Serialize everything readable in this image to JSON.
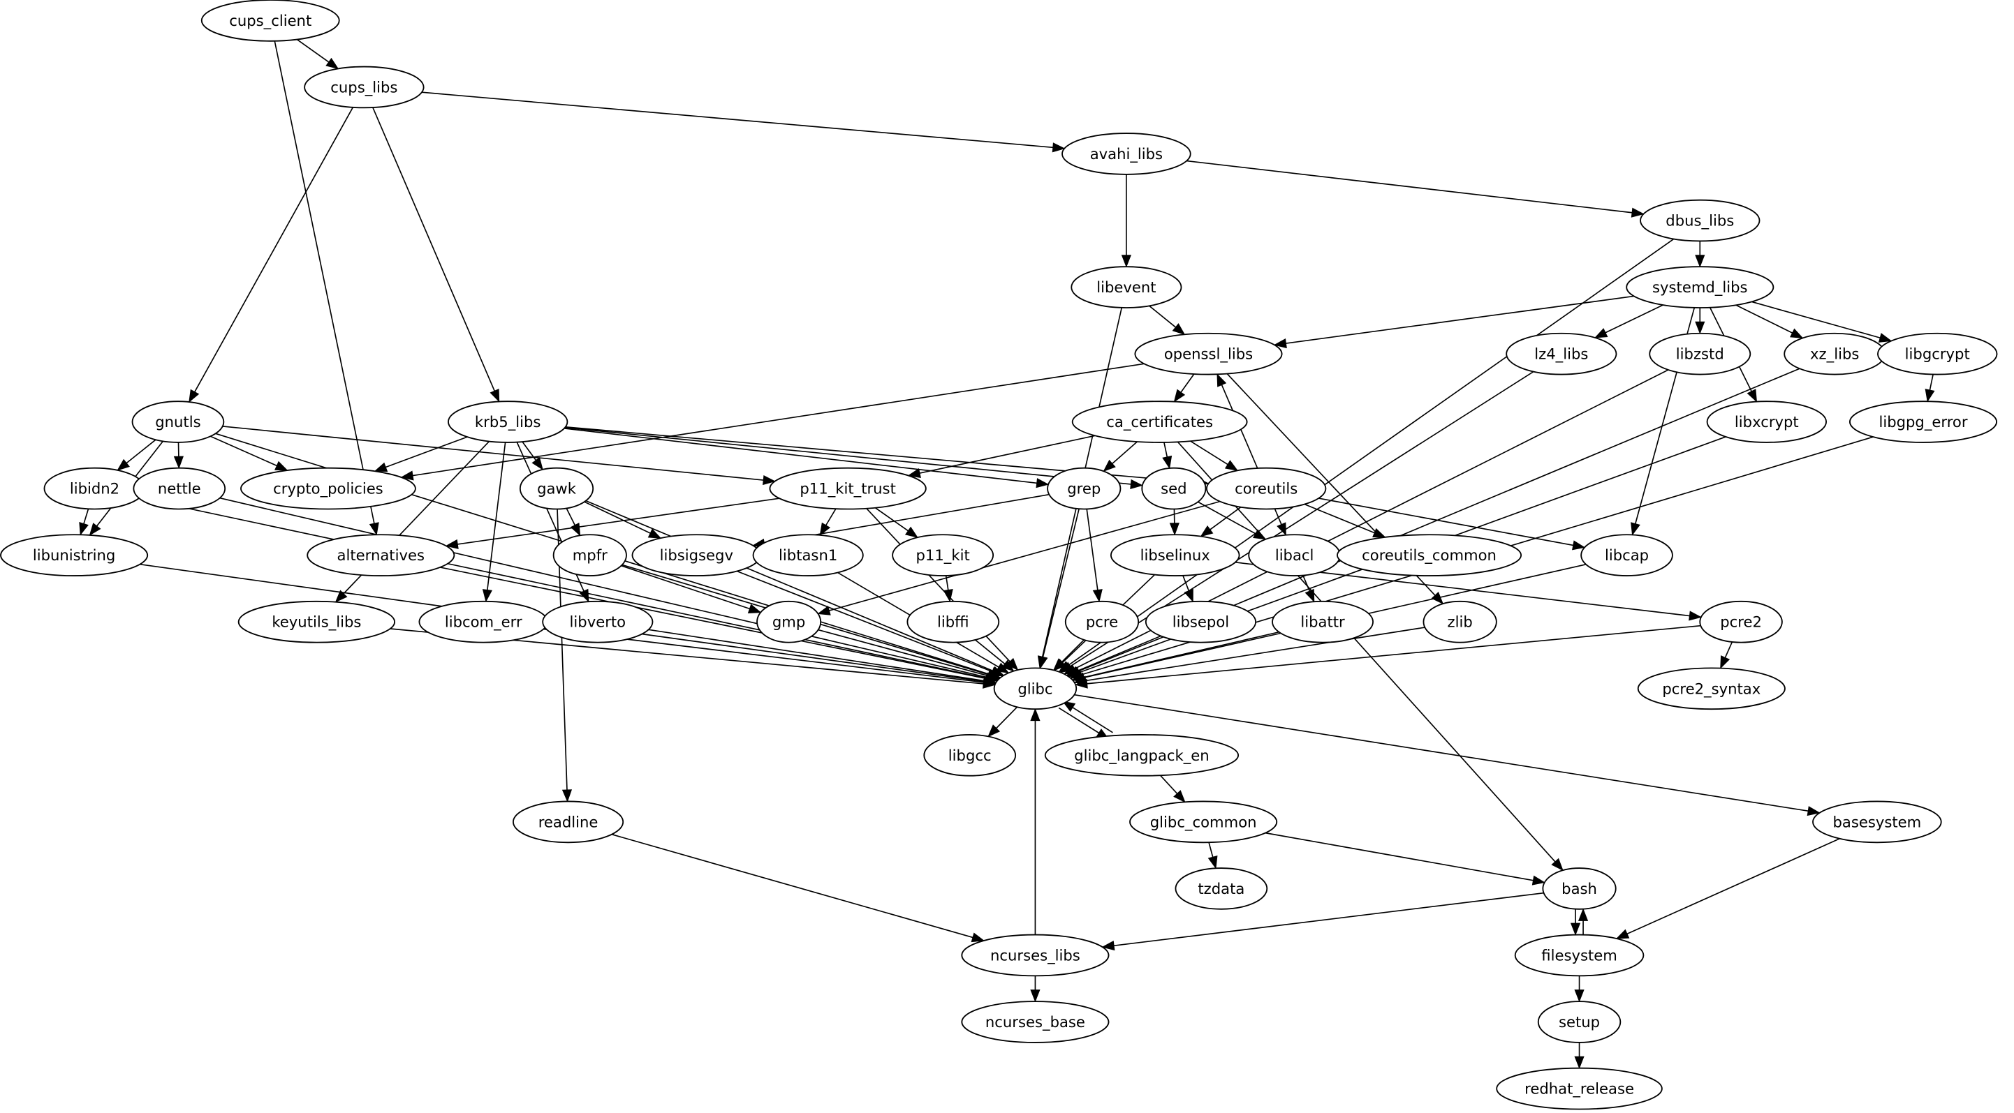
{
  "diagram": {
    "type": "directed-graph",
    "nodes": [
      "cups_client",
      "cups_libs",
      "avahi_libs",
      "dbus_libs",
      "libevent",
      "systemd_libs",
      "openssl_libs",
      "lz4_libs",
      "libzstd",
      "xz_libs",
      "libgcrypt",
      "gnutls",
      "krb5_libs",
      "ca_certificates",
      "libxcrypt",
      "libgpg_error",
      "libidn2",
      "nettle",
      "crypto_policies",
      "gawk",
      "p11_kit_trust",
      "grep",
      "sed",
      "coreutils",
      "libunistring",
      "alternatives",
      "mpfr",
      "libsigsegv",
      "libtasn1",
      "p11_kit",
      "libselinux",
      "libacl",
      "coreutils_common",
      "libcap",
      "keyutils_libs",
      "libcom_err",
      "libverto",
      "gmp",
      "libffi",
      "pcre",
      "libsepol",
      "libattr",
      "zlib",
      "pcre2",
      "glibc",
      "pcre2_syntax",
      "libgcc",
      "glibc_langpack_en",
      "glibc_common",
      "readline",
      "basesystem",
      "tzdata",
      "bash",
      "ncurses_libs",
      "filesystem",
      "ncurses_base",
      "setup",
      "redhat_release"
    ],
    "edges": [
      [
        "cups_client",
        "cups_libs"
      ],
      [
        "cups_client",
        "alternatives"
      ],
      [
        "cups_libs",
        "avahi_libs"
      ],
      [
        "cups_libs",
        "gnutls"
      ],
      [
        "cups_libs",
        "krb5_libs"
      ],
      [
        "avahi_libs",
        "dbus_libs"
      ],
      [
        "avahi_libs",
        "libevent"
      ],
      [
        "dbus_libs",
        "systemd_libs"
      ],
      [
        "dbus_libs",
        "glibc"
      ],
      [
        "libevent",
        "openssl_libs"
      ],
      [
        "libevent",
        "glibc"
      ],
      [
        "systemd_libs",
        "openssl_libs"
      ],
      [
        "systemd_libs",
        "lz4_libs"
      ],
      [
        "systemd_libs",
        "libzstd"
      ],
      [
        "systemd_libs",
        "xz_libs"
      ],
      [
        "systemd_libs",
        "libgcrypt"
      ],
      [
        "systemd_libs",
        "libcap"
      ],
      [
        "systemd_libs",
        "libxcrypt"
      ],
      [
        "openssl_libs",
        "ca_certificates"
      ],
      [
        "openssl_libs",
        "crypto_policies"
      ],
      [
        "openssl_libs",
        "zlib"
      ],
      [
        "ca_certificates",
        "p11_kit_trust"
      ],
      [
        "ca_certificates",
        "grep"
      ],
      [
        "ca_certificates",
        "sed"
      ],
      [
        "ca_certificates",
        "coreutils"
      ],
      [
        "ca_certificates",
        "bash"
      ],
      [
        "coreutils",
        "openssl_libs"
      ],
      [
        "coreutils",
        "libselinux"
      ],
      [
        "coreutils",
        "libacl"
      ],
      [
        "coreutils",
        "coreutils_common"
      ],
      [
        "coreutils",
        "libcap"
      ],
      [
        "coreutils",
        "gmp"
      ],
      [
        "gnutls",
        "libidn2"
      ],
      [
        "gnutls",
        "nettle"
      ],
      [
        "gnutls",
        "crypto_policies"
      ],
      [
        "gnutls",
        "libunistring"
      ],
      [
        "gnutls",
        "p11_kit_trust"
      ],
      [
        "gnutls",
        "glibc"
      ],
      [
        "krb5_libs",
        "crypto_policies"
      ],
      [
        "krb5_libs",
        "gawk"
      ],
      [
        "krb5_libs",
        "keyutils_libs"
      ],
      [
        "krb5_libs",
        "libcom_err"
      ],
      [
        "krb5_libs",
        "libverto"
      ],
      [
        "krb5_libs",
        "grep"
      ],
      [
        "krb5_libs",
        "sed"
      ],
      [
        "krb5_libs",
        "coreutils"
      ],
      [
        "gawk",
        "mpfr"
      ],
      [
        "gawk",
        "libsigsegv"
      ],
      [
        "gawk",
        "readline"
      ],
      [
        "gawk",
        "glibc"
      ],
      [
        "p11_kit_trust",
        "alternatives"
      ],
      [
        "p11_kit_trust",
        "libtasn1"
      ],
      [
        "p11_kit_trust",
        "p11_kit"
      ],
      [
        "p11_kit_trust",
        "glibc"
      ],
      [
        "grep",
        "libsigsegv"
      ],
      [
        "grep",
        "pcre"
      ],
      [
        "grep",
        "glibc"
      ],
      [
        "sed",
        "libselinux"
      ],
      [
        "sed",
        "libacl"
      ],
      [
        "libidn2",
        "libunistring"
      ],
      [
        "libidn2",
        "glibc"
      ],
      [
        "nettle",
        "glibc"
      ],
      [
        "libunistring",
        "glibc"
      ],
      [
        "alternatives",
        "glibc"
      ],
      [
        "mpfr",
        "gmp"
      ],
      [
        "mpfr",
        "glibc"
      ],
      [
        "libsigsegv",
        "glibc"
      ],
      [
        "libtasn1",
        "glibc"
      ],
      [
        "p11_kit",
        "libffi"
      ],
      [
        "libselinux",
        "libsepol"
      ],
      [
        "libselinux",
        "pcre2"
      ],
      [
        "libselinux",
        "glibc"
      ],
      [
        "libacl",
        "libattr"
      ],
      [
        "libcap",
        "glibc"
      ],
      [
        "keyutils_libs",
        "glibc"
      ],
      [
        "libcom_err",
        "glibc"
      ],
      [
        "libverto",
        "glibc"
      ],
      [
        "gmp",
        "glibc"
      ],
      [
        "libffi",
        "glibc"
      ],
      [
        "pcre",
        "glibc"
      ],
      [
        "libsepol",
        "glibc"
      ],
      [
        "libattr",
        "glibc"
      ],
      [
        "zlib",
        "glibc"
      ],
      [
        "pcre2",
        "glibc"
      ],
      [
        "pcre2",
        "pcre2_syntax"
      ],
      [
        "lz4_libs",
        "glibc"
      ],
      [
        "libzstd",
        "glibc"
      ],
      [
        "xz_libs",
        "glibc"
      ],
      [
        "libxcrypt",
        "glibc"
      ],
      [
        "libgcrypt",
        "libgpg_error"
      ],
      [
        "libgpg_error",
        "glibc"
      ],
      [
        "glibc",
        "libgcc"
      ],
      [
        "glibc",
        "glibc_langpack_en"
      ],
      [
        "glibc_langpack_en",
        "glibc"
      ],
      [
        "glibc",
        "basesystem"
      ],
      [
        "glibc_langpack_en",
        "glibc_common"
      ],
      [
        "glibc_common",
        "tzdata"
      ],
      [
        "glibc_common",
        "bash"
      ],
      [
        "readline",
        "ncurses_libs"
      ],
      [
        "ncurses_libs",
        "glibc"
      ],
      [
        "ncurses_libs",
        "ncurses_base"
      ],
      [
        "bash",
        "ncurses_libs"
      ],
      [
        "bash",
        "filesystem"
      ],
      [
        "filesystem",
        "bash"
      ],
      [
        "basesystem",
        "filesystem"
      ],
      [
        "filesystem",
        "setup"
      ],
      [
        "setup",
        "redhat_release"
      ]
    ]
  }
}
